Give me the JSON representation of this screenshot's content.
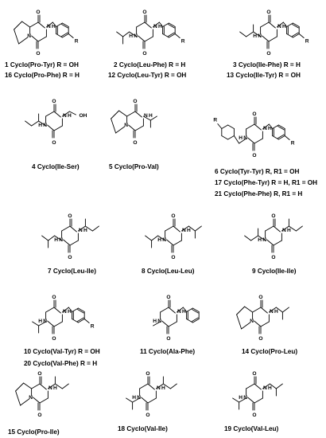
{
  "atoms": {
    "O": "O",
    "N": "N",
    "H": "H",
    "R": "R",
    "R1": "R",
    "sub1": "1",
    "OH": "OH"
  },
  "compounds": [
    {
      "id": "c1",
      "caption": "1  Cyclo(Pro-Tyr) R = OH"
    },
    {
      "id": "c16",
      "caption": "16 Cyclo(Pro-Phe) R = H"
    },
    {
      "id": "c2",
      "caption": "2  Cyclo(Leu-Phe) R = H"
    },
    {
      "id": "c12",
      "caption": "12 Cyclo(Leu-Tyr) R = OH"
    },
    {
      "id": "c3",
      "caption": "3  Cyclo(Ile-Phe) R = H"
    },
    {
      "id": "c13",
      "caption": "13 Cyclo(Ile-Tyr) R = OH"
    },
    {
      "id": "c4",
      "caption": "4 Cyclo(Ile-Ser)"
    },
    {
      "id": "c5",
      "caption": "5 Cyclo(Pro-Val)"
    },
    {
      "id": "c6",
      "caption": "6  Cyclo(Tyr-Tyr) R, R1 = OH"
    },
    {
      "id": "c17",
      "caption": "17 Cyclo(Phe-Tyr) R = H, R1 = OH"
    },
    {
      "id": "c21",
      "caption": "21 Cyclo(Phe-Phe) R, R1 = H"
    },
    {
      "id": "c7",
      "caption": "7 Cyclo(Leu-Ile)"
    },
    {
      "id": "c8",
      "caption": "8 Cyclo(Leu-Leu)"
    },
    {
      "id": "c9",
      "caption": "9 Cyclo(Ile-Ile)"
    },
    {
      "id": "c10",
      "caption": "10 Cyclo(Val-Tyr) R = OH"
    },
    {
      "id": "c20",
      "caption": "20 Cyclo(Val-Phe) R = H"
    },
    {
      "id": "c11",
      "caption": "11 Cyclo(Ala-Phe)"
    },
    {
      "id": "c14",
      "caption": "14 Cyclo(Pro-Leu)"
    },
    {
      "id": "c15",
      "caption": "15 Cyclo(Pro-Ile)"
    },
    {
      "id": "c18",
      "caption": "18 Cyclo(Val-Ile)"
    },
    {
      "id": "c19",
      "caption": "19 Cyclo(Val-Leu)"
    }
  ]
}
